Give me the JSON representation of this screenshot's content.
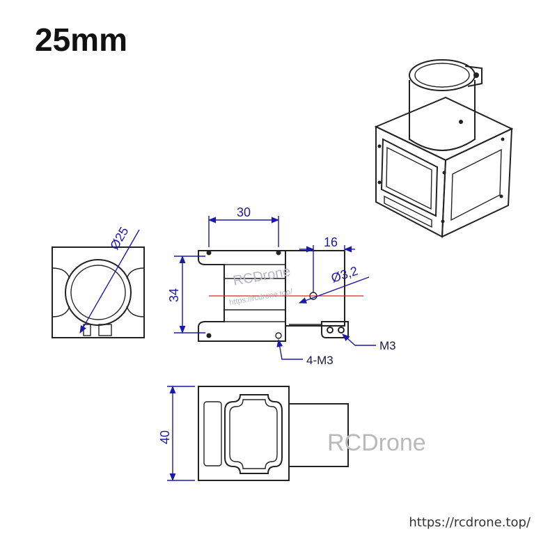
{
  "title": "25mm",
  "footer_url": "https://rcdrone.top/",
  "colors": {
    "dimension": "#1a1aa6",
    "centerline": "#e02020",
    "outline": "#222222",
    "watermark": "#b9b9b9"
  },
  "dimensions": {
    "diameter": "Ø25",
    "width_top": "30",
    "offset": "16",
    "height_side": "34",
    "hole": "Ø3,2",
    "height_bottom": "40"
  },
  "callouts": {
    "screw_right": "M3",
    "screw_holes": "4-M3"
  },
  "watermarks": {
    "brand_small": "RCDrone",
    "url_small": "https://rcdrone.top/",
    "brand_large": "RCDrone"
  }
}
